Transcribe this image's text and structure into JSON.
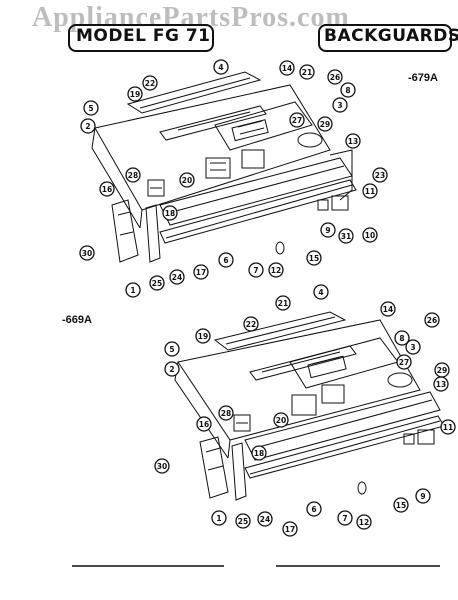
{
  "watermark": "AppliancePartsPros.com",
  "header": {
    "model": "MODEL FG 71",
    "section": "BACKGUARDS"
  },
  "variants": [
    {
      "id": "upper",
      "label": "-679A"
    },
    {
      "id": "lower",
      "label": "-669A"
    }
  ],
  "callouts_upper": [
    "1",
    "2",
    "3",
    "4",
    "5",
    "6",
    "7",
    "8",
    "9",
    "10",
    "11",
    "12",
    "13",
    "14",
    "15",
    "16",
    "17",
    "18",
    "19",
    "20",
    "21",
    "22",
    "23",
    "24",
    "25",
    "26",
    "27",
    "28",
    "29",
    "30",
    "31"
  ],
  "callouts_lower": [
    "1",
    "2",
    "3",
    "4",
    "5",
    "6",
    "7",
    "8",
    "9",
    "11",
    "12",
    "13",
    "14",
    "15",
    "16",
    "17",
    "18",
    "19",
    "20",
    "21",
    "22",
    "24",
    "25",
    "26",
    "27",
    "28",
    "29",
    "30"
  ],
  "colors": {
    "ink": "#111111",
    "paper": "#ffffff",
    "watermark": "#bdbdbd"
  }
}
